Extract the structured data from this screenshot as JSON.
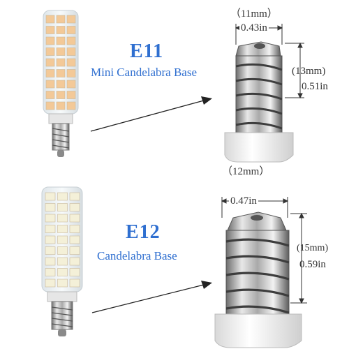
{
  "top": {
    "model": "E11",
    "base_name": "Mini Candelabra Base",
    "width_mm": "（11mm）",
    "width_in": "0.43in",
    "height_mm": "(13mm)",
    "height_in": "0.51in",
    "led_color": "#f3c998"
  },
  "bottom": {
    "model": "E12",
    "base_name": "Candelabra Base",
    "width_mm": "（12mm）",
    "width_in": "0.47in",
    "height_mm": "(15mm)",
    "height_in": "0.59in",
    "led_color": "#f4f0d8"
  },
  "colors": {
    "accent": "#2f6fd0"
  }
}
